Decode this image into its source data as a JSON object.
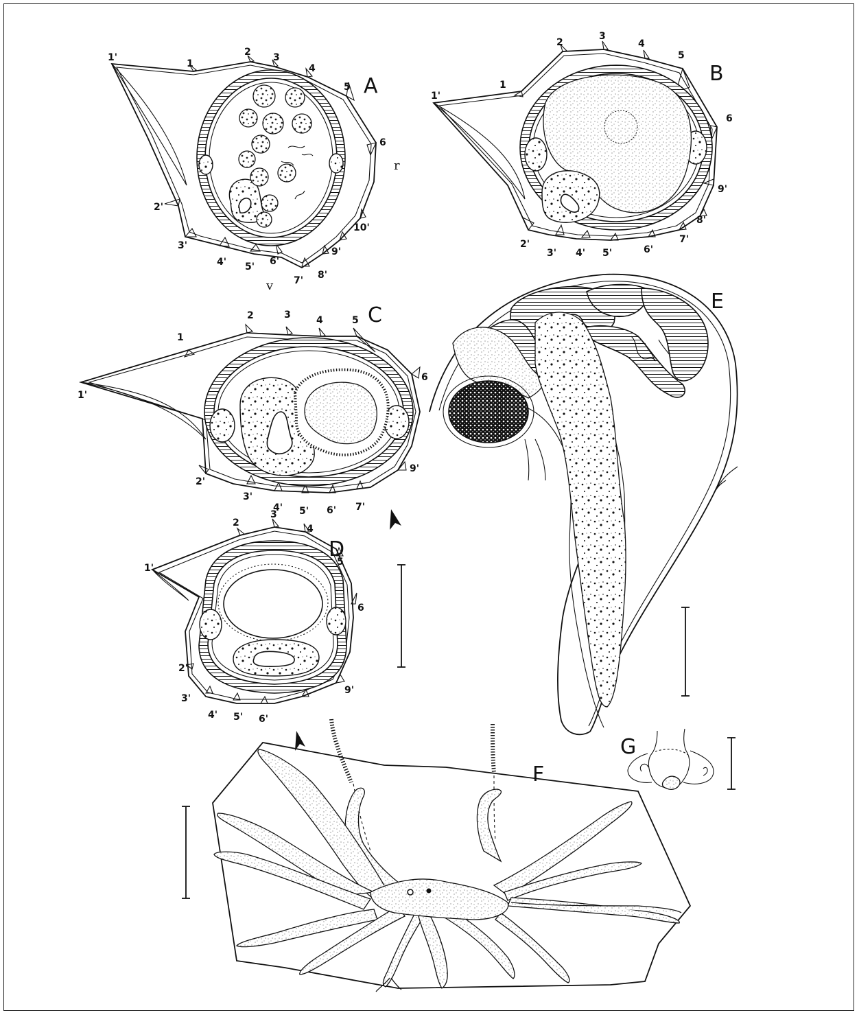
{
  "panels": {
    "A": {
      "letter": "A",
      "dorsal_labels": [
        "1'",
        "1",
        "2",
        "3",
        "4",
        "5",
        "6"
      ],
      "ventral_labels": [
        "2'",
        "3'",
        "4'",
        "5'",
        "6'",
        "7'",
        "8'",
        "9'",
        "10'"
      ],
      "orient_right": "r",
      "orient_bottom": "v"
    },
    "B": {
      "letter": "B",
      "dorsal_labels": [
        "1'",
        "1",
        "2",
        "3",
        "4",
        "5",
        "6"
      ],
      "ventral_labels": [
        "2'",
        "3'",
        "4'",
        "5'",
        "6'",
        "7'",
        "8'",
        "9'"
      ]
    },
    "C": {
      "letter": "C",
      "dorsal_labels": [
        "1'",
        "1",
        "2",
        "3",
        "4",
        "5",
        "6"
      ],
      "ventral_labels": [
        "2'",
        "3'",
        "4'",
        "5'",
        "6'",
        "7'",
        "9'"
      ]
    },
    "D": {
      "letter": "D",
      "dorsal_labels": [
        "1'",
        "2",
        "3",
        "4",
        "5",
        "6"
      ],
      "ventral_labels": [
        "2'",
        "3'",
        "4'",
        "5'",
        "6'",
        "9'"
      ]
    },
    "E": {
      "letter": "E"
    },
    "F": {
      "letter": "F"
    },
    "G": {
      "letter": "G"
    }
  }
}
